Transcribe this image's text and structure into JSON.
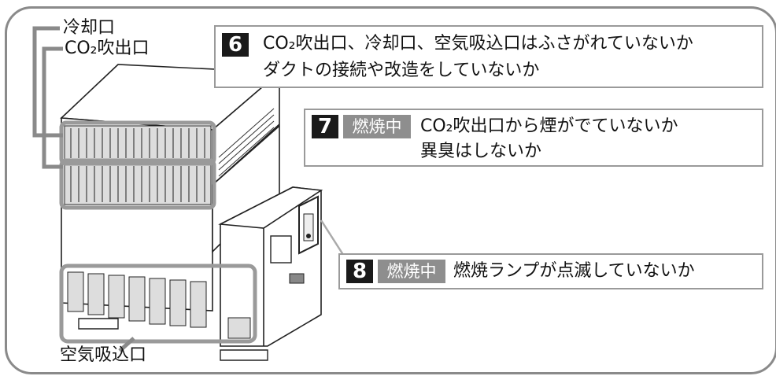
{
  "labels": {
    "cooling_port": "冷却口",
    "co2_outlet": "CO₂吹出口",
    "air_intake": "空気吸込口"
  },
  "checks": [
    {
      "number": "6",
      "tag": "",
      "line1": "CO₂吹出口、冷却口、空気吸込口はふさがれていないか",
      "line2": "ダクトの接続や改造をしていないか"
    },
    {
      "number": "7",
      "tag": "燃焼中",
      "line1": "CO₂吹出口から煙がでていないか",
      "line2": "異臭はしないか"
    },
    {
      "number": "8",
      "tag": "燃焼中",
      "line1": "燃焼ランプが点滅していないか",
      "line2": ""
    }
  ],
  "colors": {
    "frame": "#8a8a8a",
    "number_bg": "#1a1a1a",
    "tag_bg": "#8e8e8e",
    "highlight_outline": "#9a9a9a"
  }
}
